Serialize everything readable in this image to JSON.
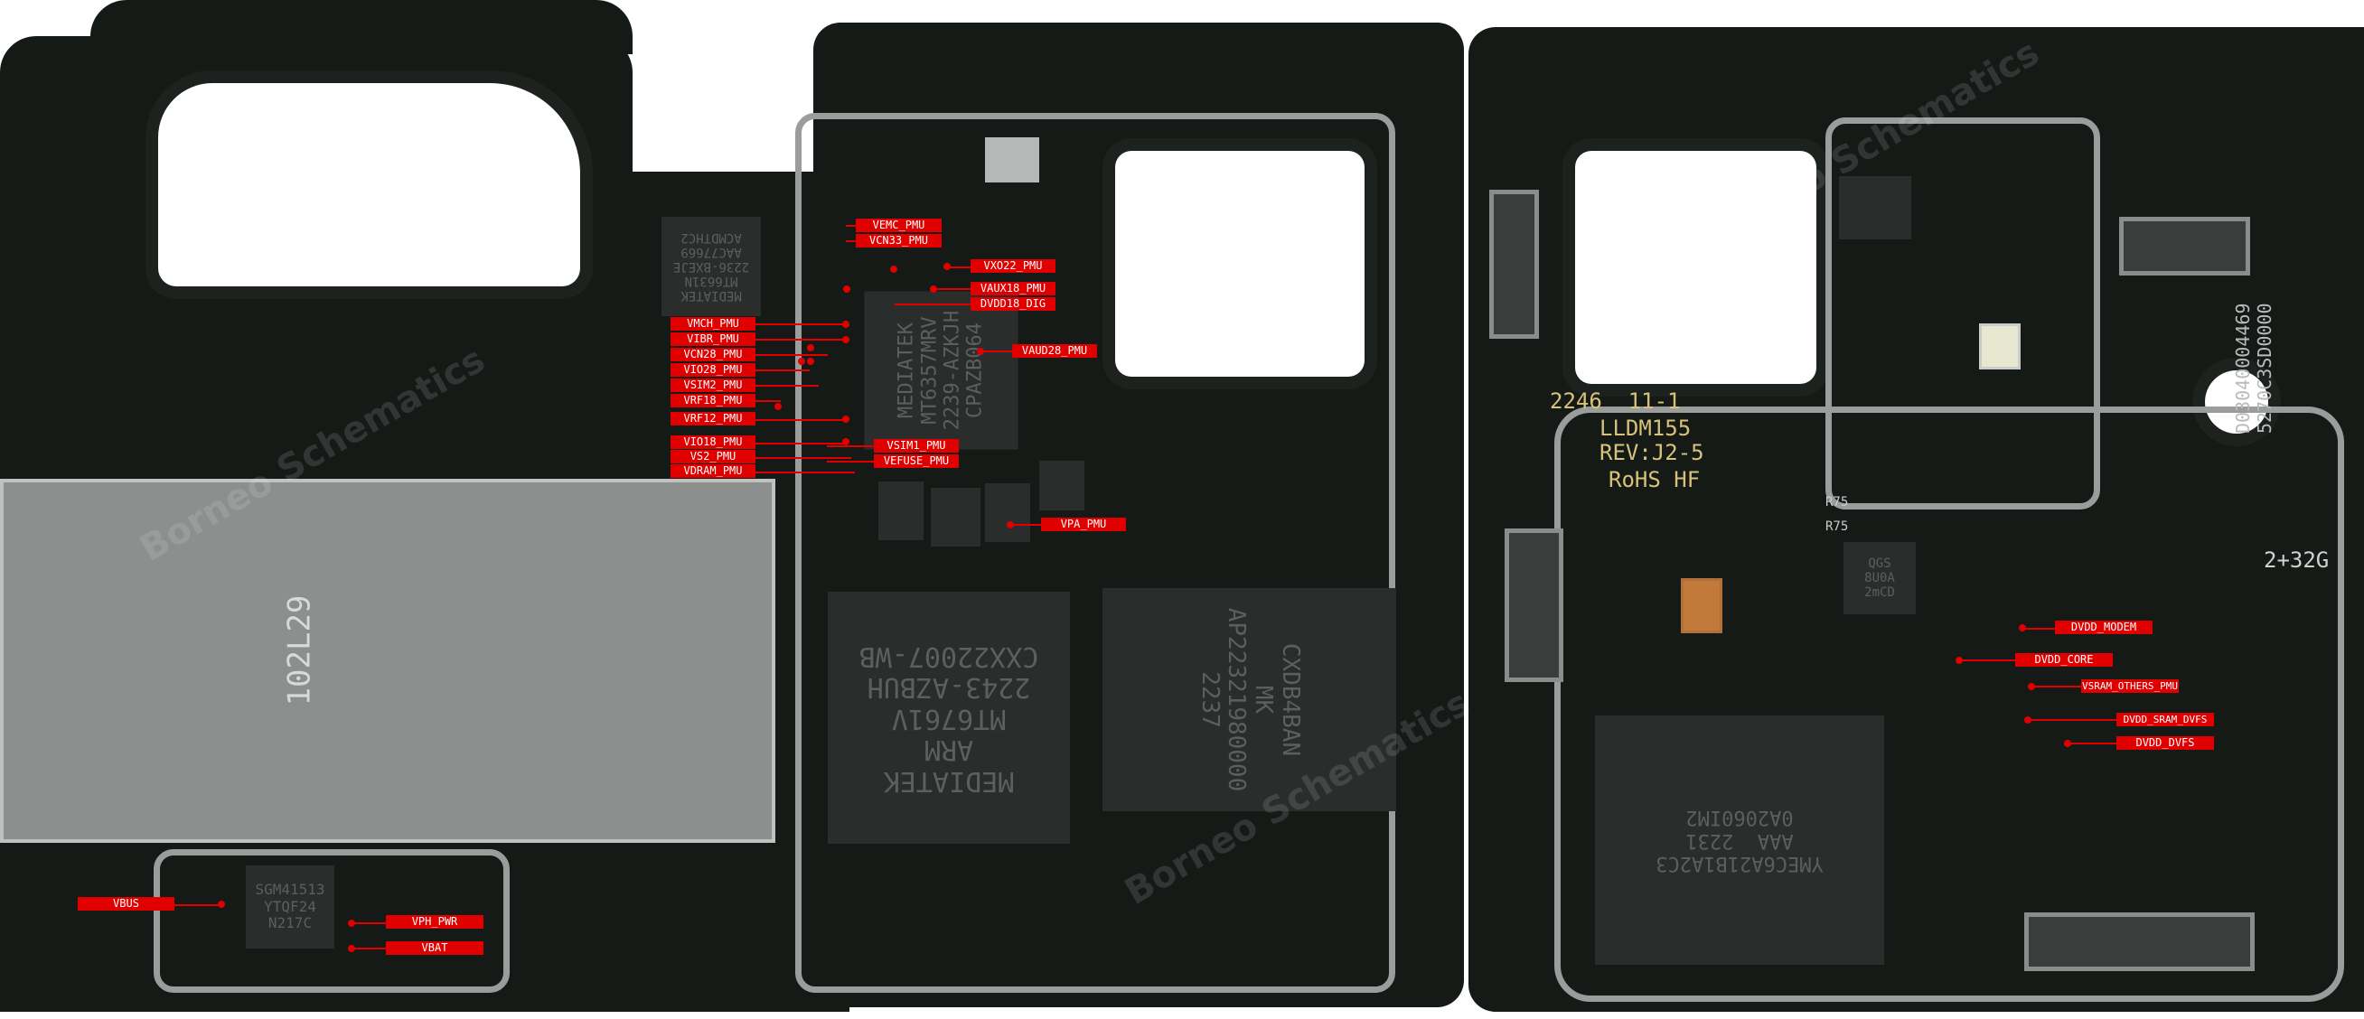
{
  "watermark": "Borneo Schematics",
  "chips": {
    "pmic": "MEDIATEK\nMT6357MRV\n2239-AZKJH\nCPAZB064",
    "soc": "MEDIATEK\nARM\nMT6761V\n2243-AZBUH\nCXX22007-WB",
    "memory": "CXDB4BAN\nMK\nAP22321980000\n2237",
    "rf": "MEDIATEK\nMT6631N\n2236-BXEJE\nAAC77669\nACMDTHC2",
    "charger": "SGM41513\nYTQF24\nN217C",
    "modem_mem": "YMEC6A21B1A2C3\nAAA  2231\n0A2060IM2",
    "small": "QGS\n8U0A\n2mCD"
  },
  "silkscreen": {
    "tray_code": "102L29",
    "date_code": "2246  11-1",
    "model": "LLDM155",
    "rev": "REV:J2-5",
    "rohs": "RoHS HF",
    "memory_size": "2+32G",
    "serial": "D03040004469\n5270C3SD0000",
    "r75a": "R75",
    "r75b": "R75"
  },
  "labels": {
    "vemc": "VEMC_PMU",
    "vcn33": "VCN33_PMU",
    "vxo22": "VXO22_PMU",
    "vaux18": "VAUX18_PMU",
    "dvdd18_dig": "DVDD18_DIG",
    "vmch": "VMCH_PMU",
    "vibr": "VIBR_PMU",
    "vcn28": "VCN28_PMU",
    "vio28": "VIO28_PMU",
    "vsim2": "VSIM2_PMU",
    "vrf18": "VRF18_PMU",
    "vrf12": "VRF12_PMU",
    "vio18": "VIO18_PMU",
    "vs2": "VS2_PMU",
    "vdram": "VDRAM_PMU",
    "vaud28": "VAUD28_PMU",
    "vsim1": "VSIM1_PMU",
    "vefuse": "VEFUSE_PMU",
    "vpa": "VPA_PMU",
    "dvdd_modem": "DVDD_MODEM",
    "dvdd_core": "DVDD_CORE",
    "vsram_others": "VSRAM_OTHERS_PMU",
    "dvdd_sram_dvfs": "DVDD_SRAM_DVFS",
    "dvdd_dvfs": "DVDD_DVFS",
    "vbus": "VBUS",
    "vph_pwr": "VPH_PWR",
    "vbat": "VBAT"
  },
  "colors": {
    "label": "#e00000",
    "board": "#161a17",
    "shield": "#9a9d9c"
  }
}
